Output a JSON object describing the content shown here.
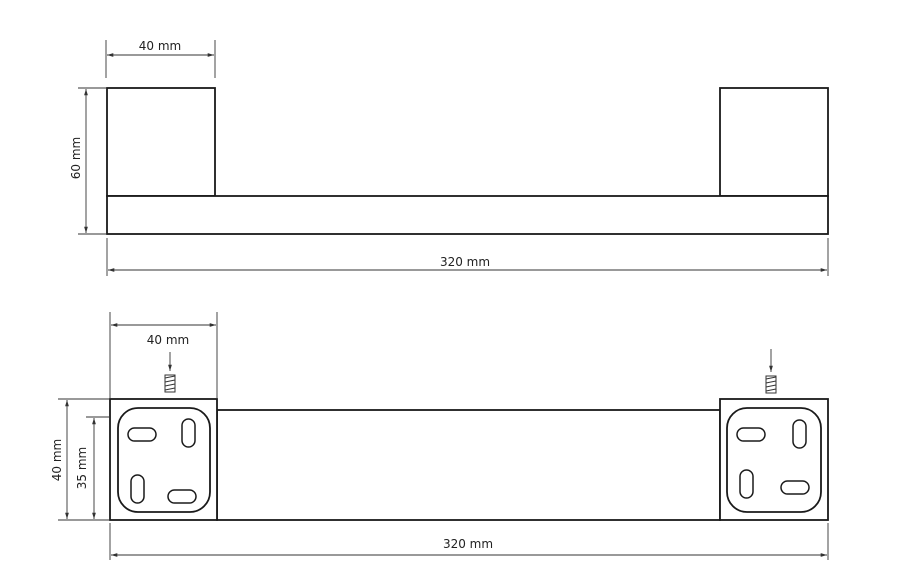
{
  "views": {
    "top": {
      "dimensions": {
        "leg_width": "40 mm",
        "height": "60 mm",
        "length": "320 mm"
      }
    },
    "bottom": {
      "dimensions": {
        "base_width": "40 mm",
        "base_height": "40 mm",
        "plate_height": "35 mm",
        "length": "320 mm"
      }
    }
  },
  "colors": {
    "line": "#1a1a1a",
    "background": "#ffffff"
  }
}
